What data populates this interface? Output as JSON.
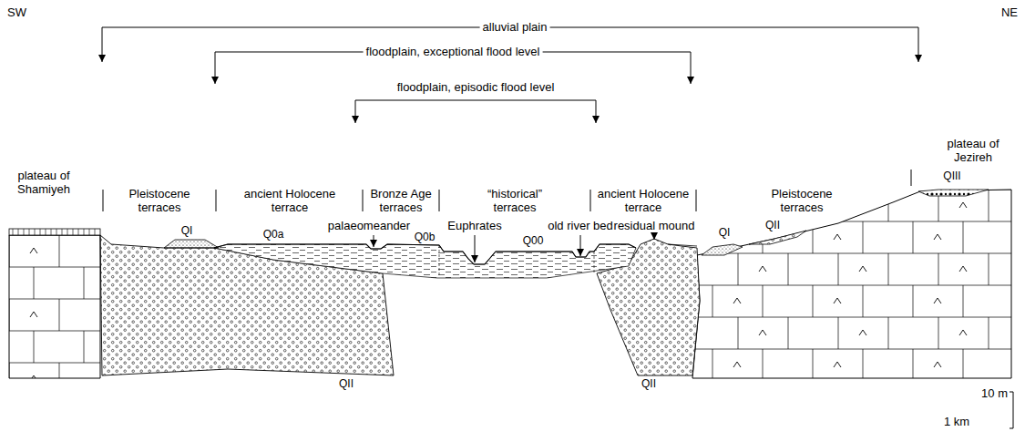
{
  "diagram": {
    "labels": [
      "SW",
      "NE",
      "alluvial plain",
      "floodplain, exceptional flood level",
      "floodplain, episodic flood level",
      "plateau of Shamiyeh",
      "plateau of Jezireh",
      "Pleistocene terraces",
      "ancient Holocene terrace",
      "Bronze Age terraces",
      "“historical” terraces",
      "ancient Holocene terrace",
      "Pleistocene terraces",
      "palaeomeander",
      "Euphrates",
      "old river bed",
      "residual mound",
      "QI",
      "Q0a",
      "Q0b",
      "Q00",
      "QII",
      "QI",
      "QII",
      "QII",
      "QIII",
      "10 m",
      "1 km"
    ]
  }
}
